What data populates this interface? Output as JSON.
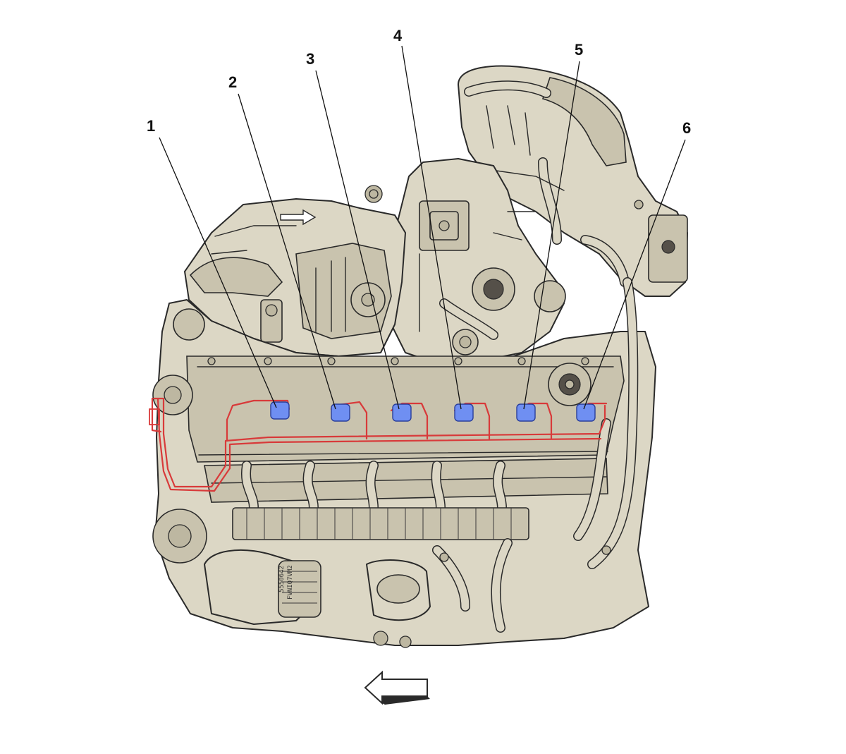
{
  "callouts": [
    {
      "id": "1",
      "label": "1"
    },
    {
      "id": "2",
      "label": "2"
    },
    {
      "id": "3",
      "label": "3"
    },
    {
      "id": "4",
      "label": "4"
    },
    {
      "id": "5",
      "label": "5"
    },
    {
      "id": "6",
      "label": "6"
    }
  ],
  "part_labels": {
    "line1": "5550642",
    "line2": "FVNIQ7VM2"
  },
  "icons": {
    "direction_arrow_bottom": "arrow-left-outline-icon",
    "direction_arrow_top": "arrow-right-outline-icon"
  },
  "colors": {
    "engine_fill": "#dcd7c5",
    "engine_shade": "#c9c3ae",
    "outline": "#2a2a2a",
    "harness": "#d83a3a",
    "injector_connector": "#6f8ff2",
    "leader_line": "#111111",
    "background": "#ffffff"
  }
}
